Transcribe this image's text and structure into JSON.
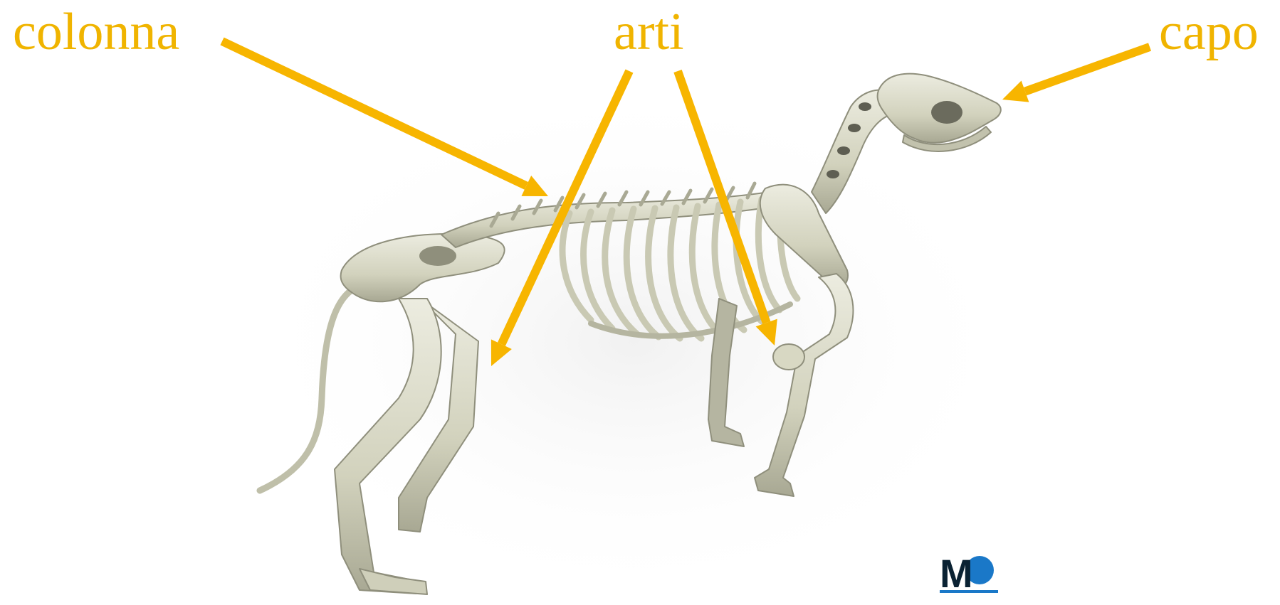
{
  "labels": {
    "colonna": "colonna",
    "arti": "arti",
    "capo": "capo"
  },
  "logo": {
    "letter": "M"
  },
  "colors": {
    "label": "#f0b400",
    "arrow": "#f7b500",
    "bone": "#dcdcc6",
    "bone_dark": "#a9a994",
    "bone_shadow": "#6e6e60",
    "logo_dark": "#0a2233",
    "logo_blue": "#1a78c8"
  },
  "icons": {
    "main": "dog-skeleton-illustration",
    "logo": "brand-logo-icon"
  }
}
